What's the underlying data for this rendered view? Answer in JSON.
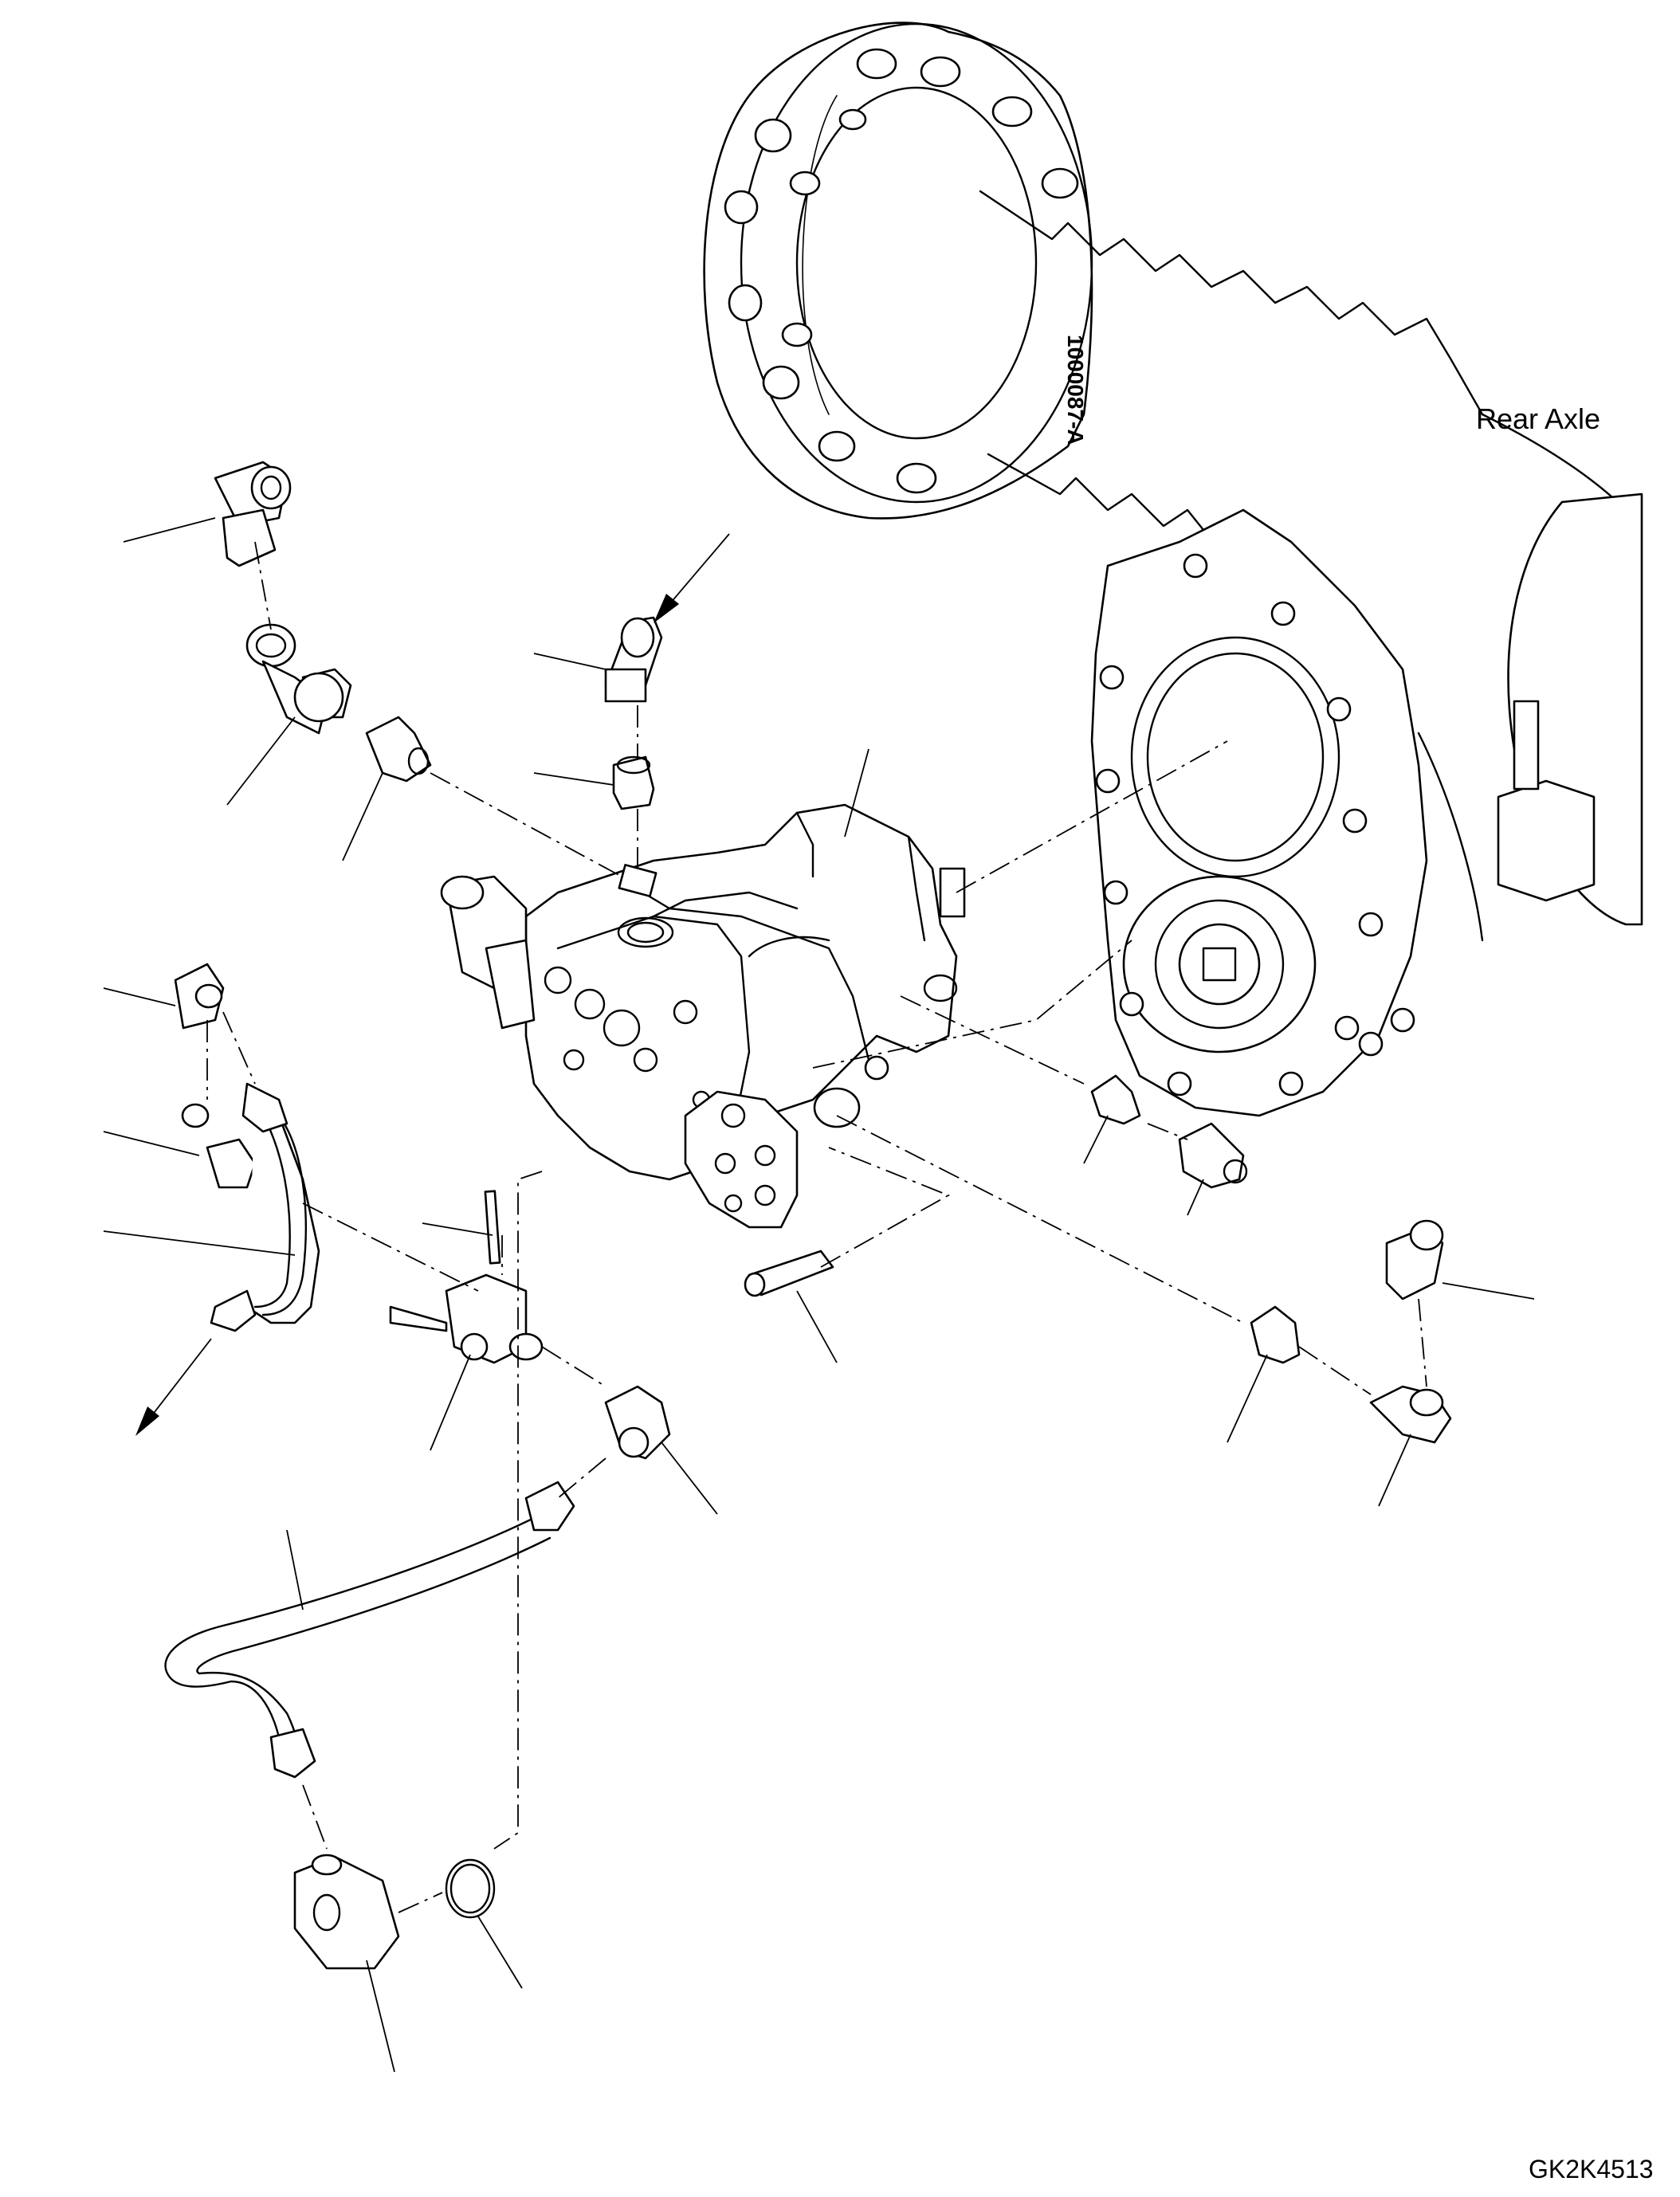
{
  "diagram": {
    "label_rear_axle": "Rear Axle",
    "drawing_code": "GK2K4513",
    "stamp_text": "1000087-A"
  }
}
